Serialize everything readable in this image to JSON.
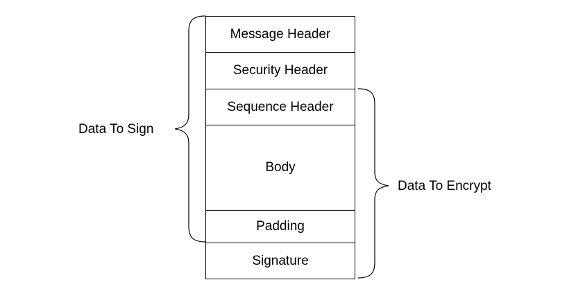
{
  "segments": [
    {
      "id": "message",
      "label": "Message Header"
    },
    {
      "id": "security",
      "label": "Security Header"
    },
    {
      "id": "sequence",
      "label": "Sequence Header"
    },
    {
      "id": "body",
      "label": "Body"
    },
    {
      "id": "padding",
      "label": "Padding"
    },
    {
      "id": "signature",
      "label": "Signature"
    }
  ],
  "braces": {
    "sign_label": "Data To Sign",
    "encrypt_label": "Data To Encrypt"
  }
}
